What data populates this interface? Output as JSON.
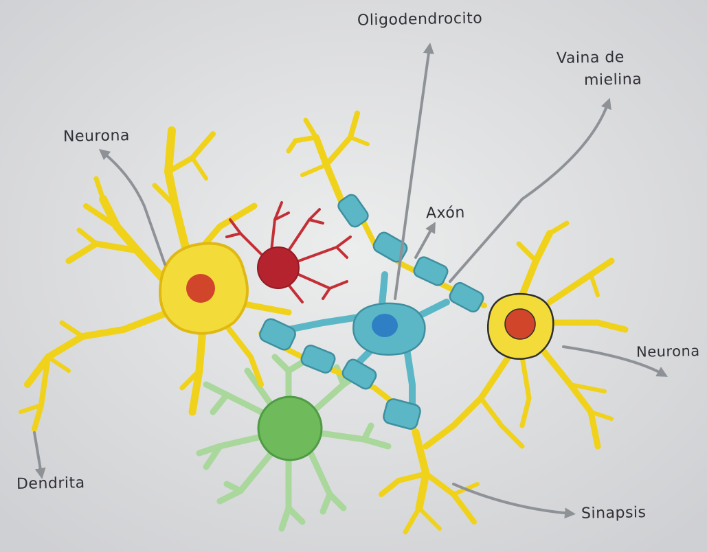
{
  "labels": {
    "oligodendrocito": "Oligodendrocito",
    "vaina_line1": "Vaina de",
    "vaina_line2": "mielina",
    "neurona_left": "Neurona",
    "axon": "Axón",
    "neurona_right": "Neurona",
    "dendrita": "Dendrita",
    "sinapsis": "Sinapsis"
  },
  "colors": {
    "paper": "#e6e7e9",
    "neuron_yellow": "#f0d21a",
    "neuron_nucleus": "#d1452b",
    "microglia_red": "#c42f35",
    "microglia_body": "#b5232e",
    "oligodendrocyte_blue": "#5bb7c6",
    "oligodendrocyte_nucleus": "#2f7fc4",
    "astrocyte_green": "#a9d79c",
    "astrocyte_body": "#6fba5a",
    "arrow_gray": "#8e9297",
    "ink": "#2f2f35"
  }
}
